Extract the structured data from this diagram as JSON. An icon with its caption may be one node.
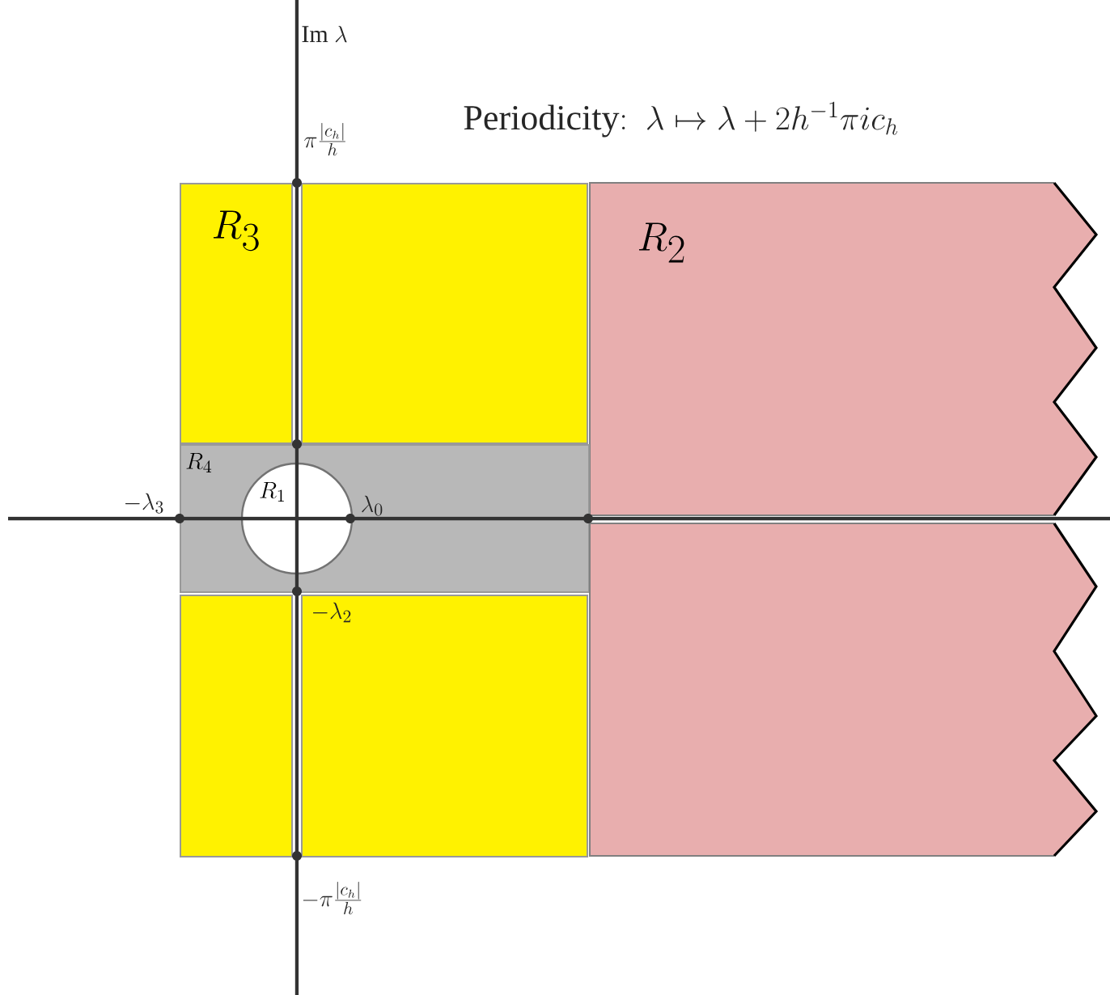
{
  "diagram": {
    "nodes": [
      {
        "text": [
          "R_3"
        ]
      },
      {
        "text": [],
        "shape": "box"
      },
      {
        "text": [
          "R_2"
        ]
      },
      {
        "text": [
          "R_4"
        ]
      },
      {
        "text": [
          "R_1"
        ],
        "in": 3
      },
      {
        "text": [],
        "shape": "box"
      },
      {
        "text": [],
        "shape": "box"
      },
      {
        "text": [],
        "shape": "box"
      }
    ],
    "labels": [
      "\\mathrm{Im}\\ \\lambda",
      "\\mathrm{Periodicity{:}}\\ \\ \\lambda\\mapsto\\lambda+2h^{-1}\\pi i c_h",
      "\\pi\\frac{|c_h|}{h}",
      "-\\lambda_3",
      "\\lambda_0",
      "-\\lambda_2",
      "-\\pi\\frac{|c_h|}{h}"
    ]
  }
}
